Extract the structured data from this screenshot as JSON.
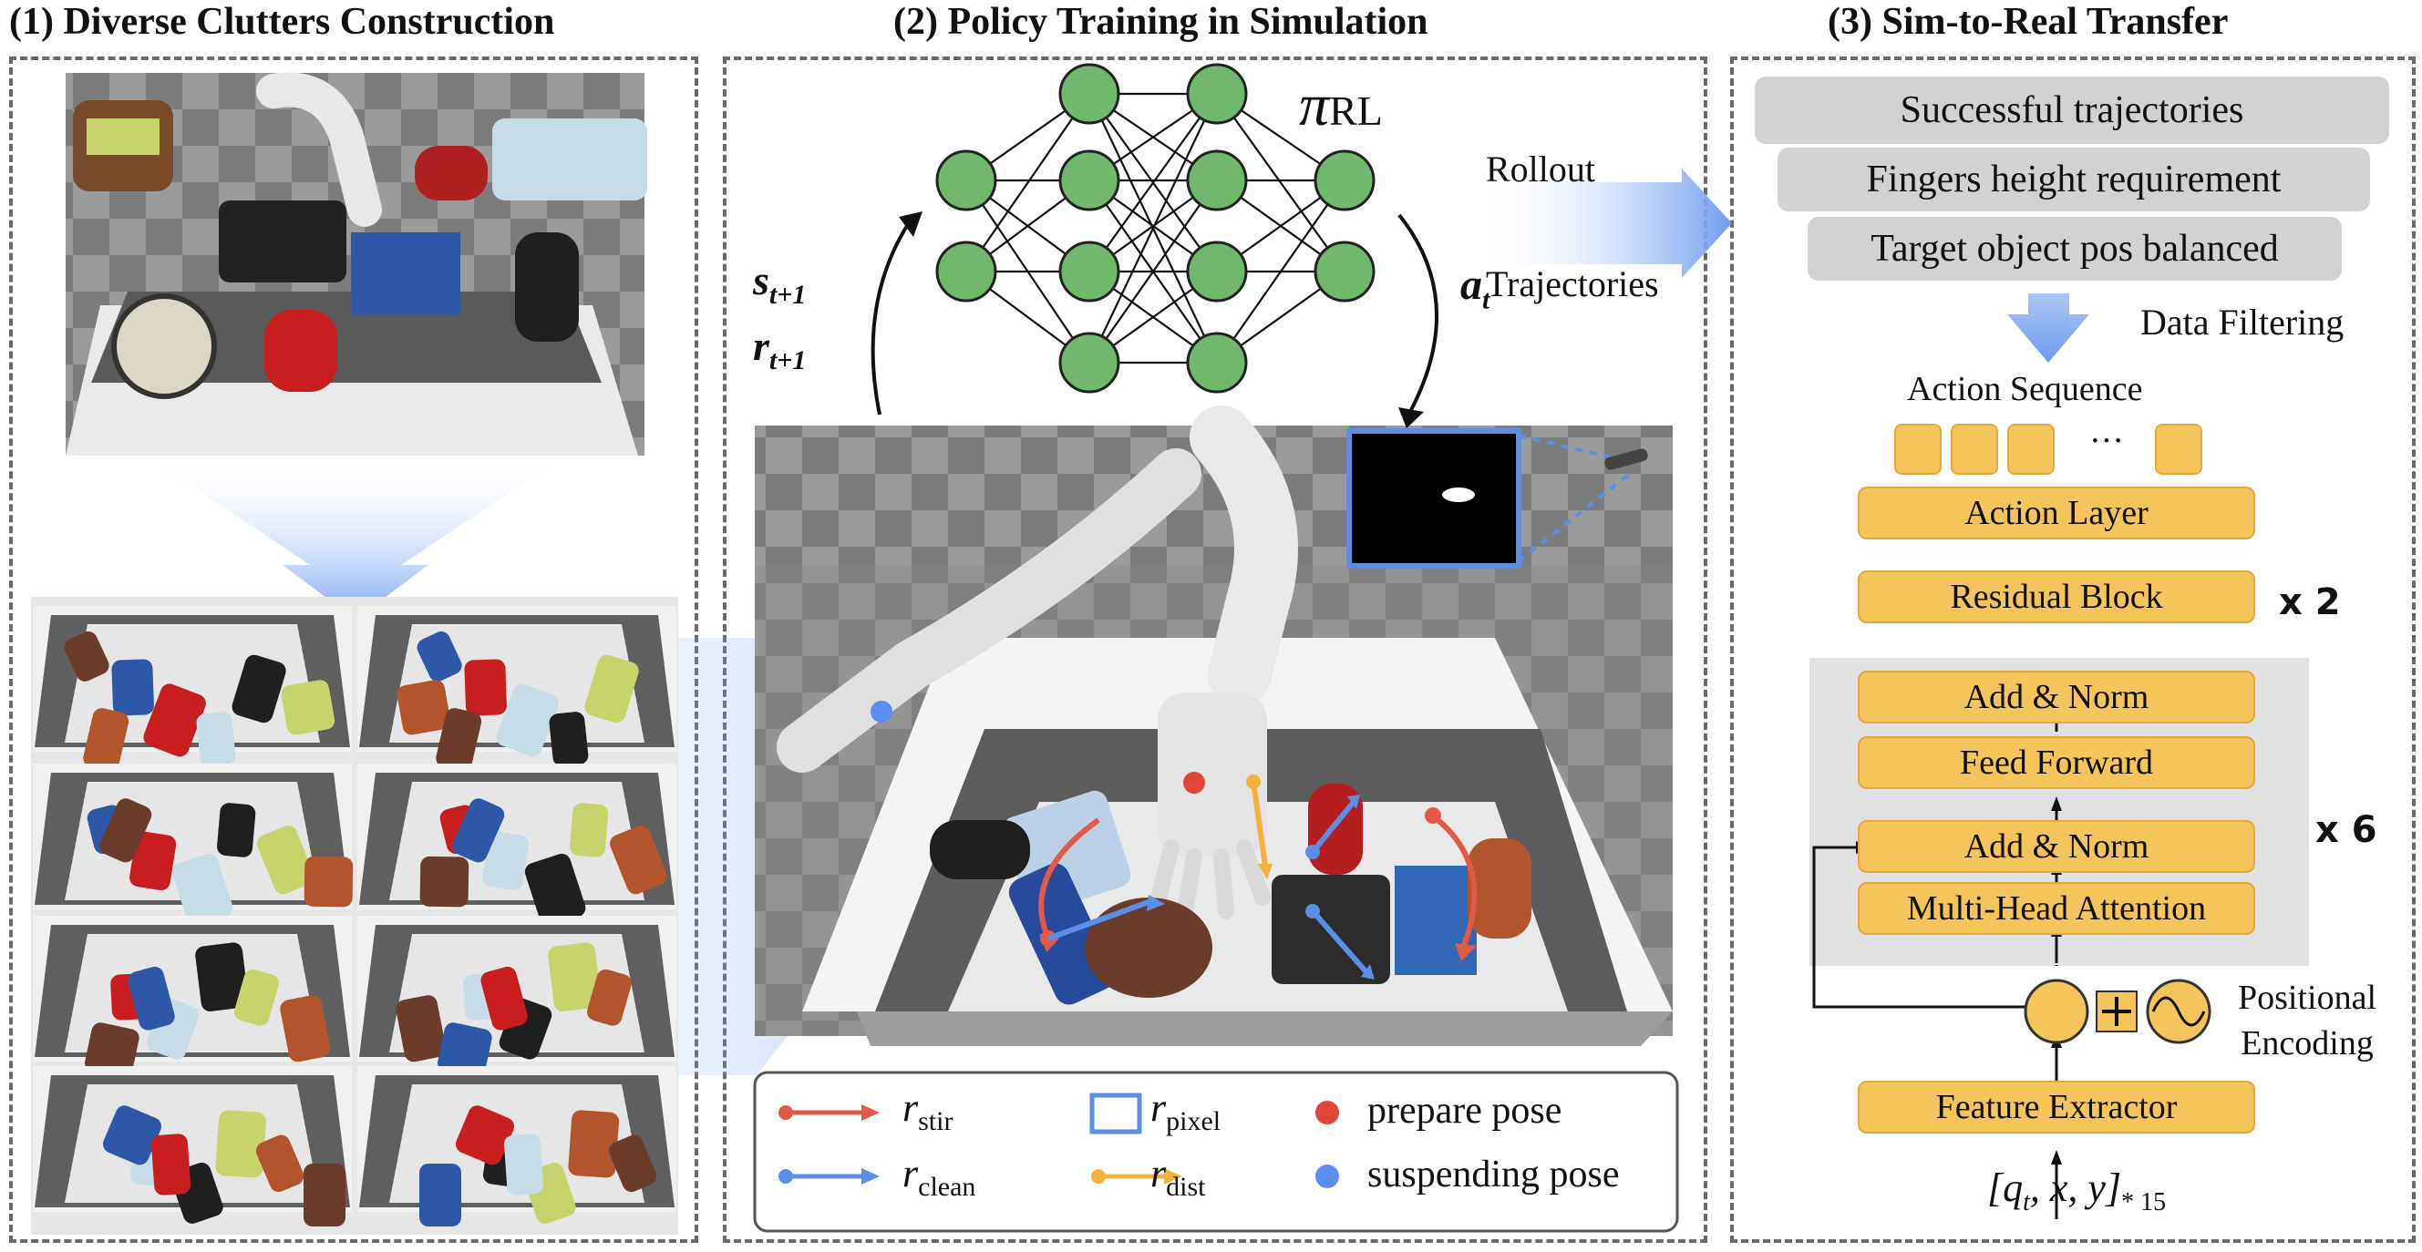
{
  "panels": {
    "p1": "(1) Diverse Clutters Construction",
    "p2": "(2) Policy Training in Simulation",
    "p3": "(3) Sim-to-Real Transfer"
  },
  "policy": {
    "pi": "π",
    "pi_sub": "RL",
    "s_label": "s",
    "s_sub": "t+1",
    "r_label": "r",
    "r_sub": "t+1",
    "a_label": "a",
    "a_sub": "t",
    "rollout": "Rollout",
    "trajectories": "Trajectories"
  },
  "legend": {
    "stir": "r",
    "stir_sub": "stir",
    "clean": "r",
    "clean_sub": "clean",
    "pixel": "r",
    "pixel_sub": "pixel",
    "dist": "r",
    "dist_sub": "dist",
    "prepare": "prepare pose",
    "suspending": "suspending pose",
    "colors": {
      "stir": "#e05a47",
      "clean": "#5b8fe6",
      "dist": "#f2b33a",
      "prepare": "#e0453a",
      "suspending": "#5b8ef0",
      "pixel": "#5b8fe6"
    }
  },
  "filter": {
    "criteria": [
      "Successful trajectories",
      "Fingers height requirement",
      "Target object pos balanced"
    ],
    "data_filtering": "Data Filtering"
  },
  "network": {
    "action_sequence": "Action Sequence",
    "ellipsis": "···",
    "action_layer": "Action Layer",
    "residual_block": "Residual Block",
    "residual_mult": "x 2",
    "add_norm_top": "Add & Norm",
    "feed_forward": "Feed Forward",
    "add_norm_bottom": "Add & Norm",
    "mha": "Multi-Head Attention",
    "transformer_mult": "x 6",
    "positional": "Positional",
    "encoding": "Encoding",
    "feature_extractor": "Feature Extractor",
    "input": "[q",
    "input_sub": "t",
    "input_rest": ", x, y]",
    "input_mult": "* 15"
  }
}
